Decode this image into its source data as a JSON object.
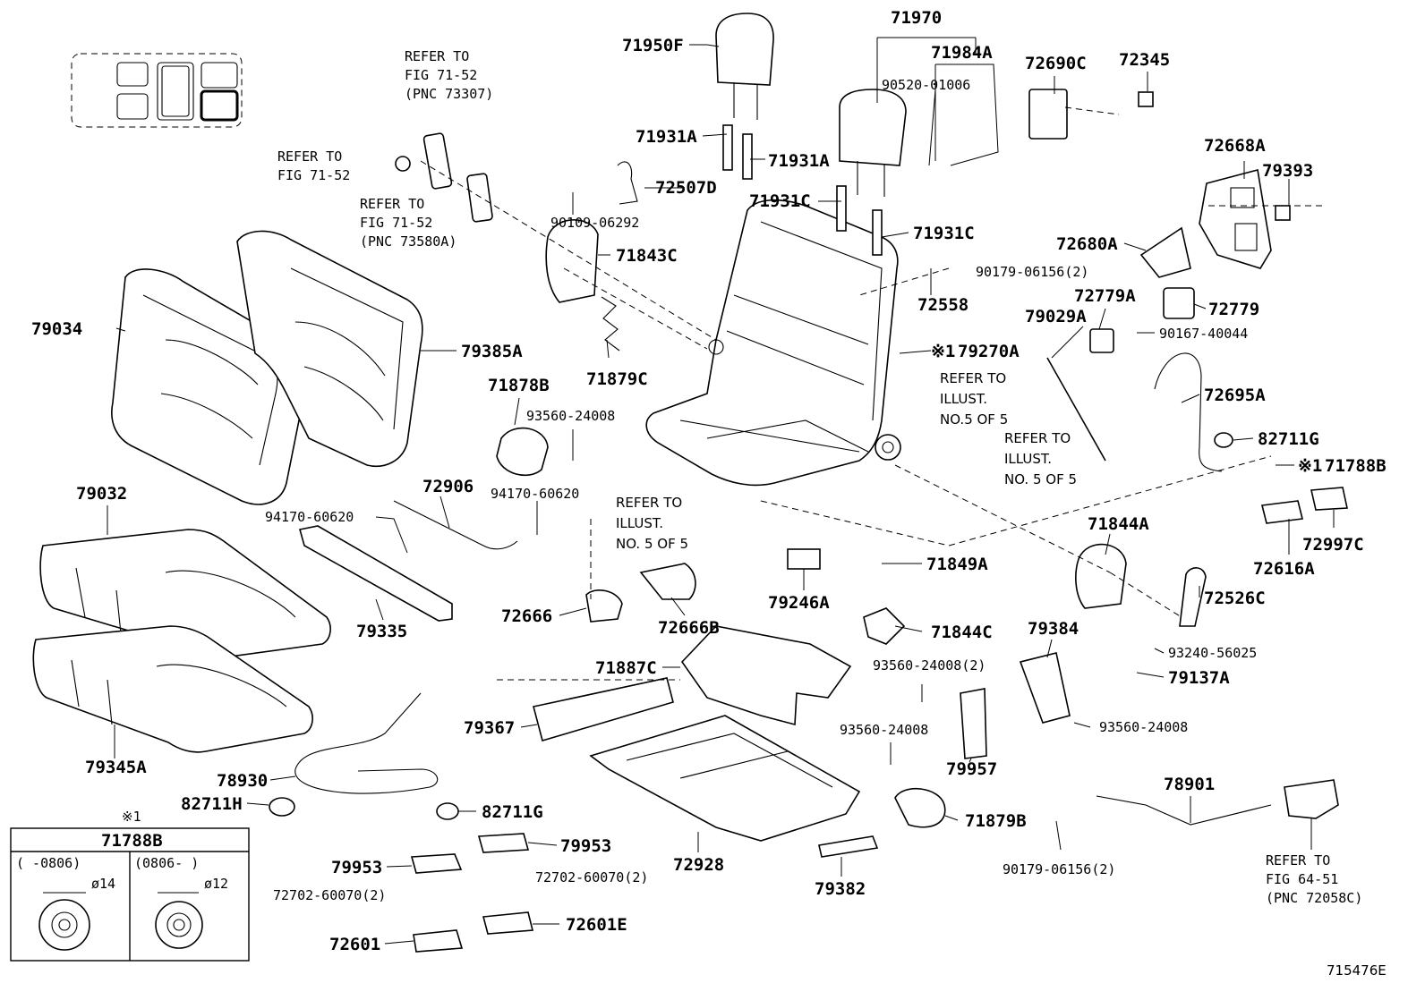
{
  "figure_code": "715476E",
  "callouts": {
    "c71950F": "71950F",
    "c71970": "71970",
    "c71984A": "71984A",
    "c90520": "90520-01006",
    "c72690C": "72690C",
    "c72345": "72345",
    "c71931A_1": "71931A",
    "c71931A_2": "71931A",
    "c72507D": "72507D",
    "c90109": "90109-06292",
    "c71931C_1": "71931C",
    "c71931C_2": "71931C",
    "c72668A": "72668A",
    "c79393": "79393",
    "c72680A": "72680A",
    "c90179_1": "90179-06156(2)",
    "c72558": "72558",
    "c71843C": "71843C",
    "c72779A": "72779A",
    "c72779": "72779",
    "c79029A": "79029A",
    "c90167": "90167-40044",
    "c79034": "79034",
    "c79385A": "79385A",
    "c79270A_mark": "※1",
    "c79270A": "79270A",
    "c71879C": "71879C",
    "c71878B": "71878B",
    "c72695A": "72695A",
    "c93560_1": "93560-24008",
    "c82711G_1": "82711G",
    "c79032": "79032",
    "c72906": "72906",
    "c94170_1": "94170-60620",
    "c94170_2": "94170-60620",
    "c71788B_mark": "※1",
    "c71788B": "71788B",
    "c71844A": "71844A",
    "c72616A": "72616A",
    "c72997C": "72997C",
    "c71849A": "71849A",
    "c79246A": "79246A",
    "c72526C": "72526C",
    "c79335": "79335",
    "c72666": "72666",
    "c72666B": "72666B",
    "c71844C": "71844C",
    "c79384": "79384",
    "c93240": "93240-56025",
    "c93560_2": "93560-24008(2)",
    "c79137A": "79137A",
    "c71887C": "71887C",
    "c79367": "79367",
    "c93560_3": "93560-24008",
    "c93560_4": "93560-24008",
    "c79957": "79957",
    "c79345A": "79345A",
    "c78930": "78930",
    "c78901": "78901",
    "c82711H": "82711H",
    "c82711G_2": "82711G",
    "c71879B": "71879B",
    "c72928": "72928",
    "c79953_1": "79953",
    "c79953_2": "79953",
    "c72702_1": "72702-60070(2)",
    "c72702_2": "72702-60070(2)",
    "c90179_2": "90179-06156(2)",
    "c79382": "79382",
    "c72601": "72601",
    "c72601E": "72601E"
  },
  "notes": {
    "refer_7352_l1": "REFER TO",
    "refer_7352_l2": "FIG 71-52",
    "refer_7352_l3": "(PNC 73307)",
    "refer_a_l1": "REFER TO",
    "refer_a_l2": "FIG 71-52",
    "refer_b_l1": "REFER TO",
    "refer_b_l2": "FIG 71-52",
    "refer_b_l3": "(PNC 73580A)",
    "refer_illus1_l1": "REFER TO",
    "refer_illus1_l2": "ILLUST.",
    "refer_illus1_l3": "NO.5 OF 5",
    "refer_illus2_l1": "REFER TO",
    "refer_illus2_l2": "ILLUST.",
    "refer_illus2_l3": "NO. 5 OF 5",
    "refer_illus3_l1": "REFER TO",
    "refer_illus3_l2": "ILLUST.",
    "refer_illus3_l3": "NO. 5 OF 5",
    "refer_6451_l1": "REFER TO",
    "refer_6451_l2": "FIG 64-51",
    "refer_6451_l3": "(PNC 72058C)"
  },
  "legend_box": {
    "mark": "※1",
    "part": "71788B",
    "col1_range": "(     -0806)",
    "col2_range": "(0806-     )",
    "col1_dim": "ø14",
    "col2_dim": "ø12"
  }
}
